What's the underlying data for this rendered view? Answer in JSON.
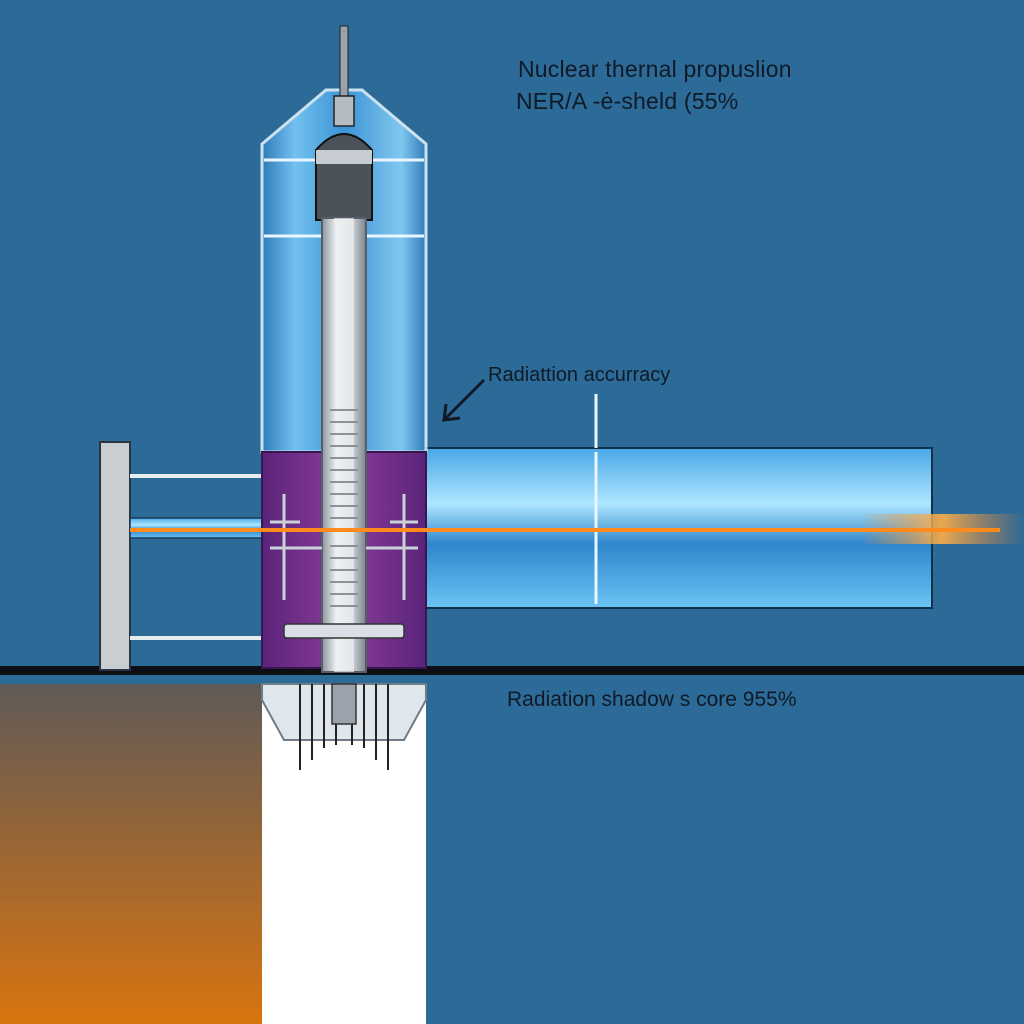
{
  "labels": {
    "title_line_1": "Nuclear thernal propuslion",
    "title_line_2": "NER/A -ė-sheld  (55%",
    "callout": "Radiattion accurracy",
    "shadow": "Radiation shadow s  core 955%"
  },
  "colors": {
    "background": "#2c6a98",
    "shield": "#7a2f8a",
    "beam": "#ff8a1e",
    "shadow_gradient_top": "#5f5a58",
    "shadow_gradient_bottom": "#d9740f",
    "text": "#0f1a26"
  }
}
